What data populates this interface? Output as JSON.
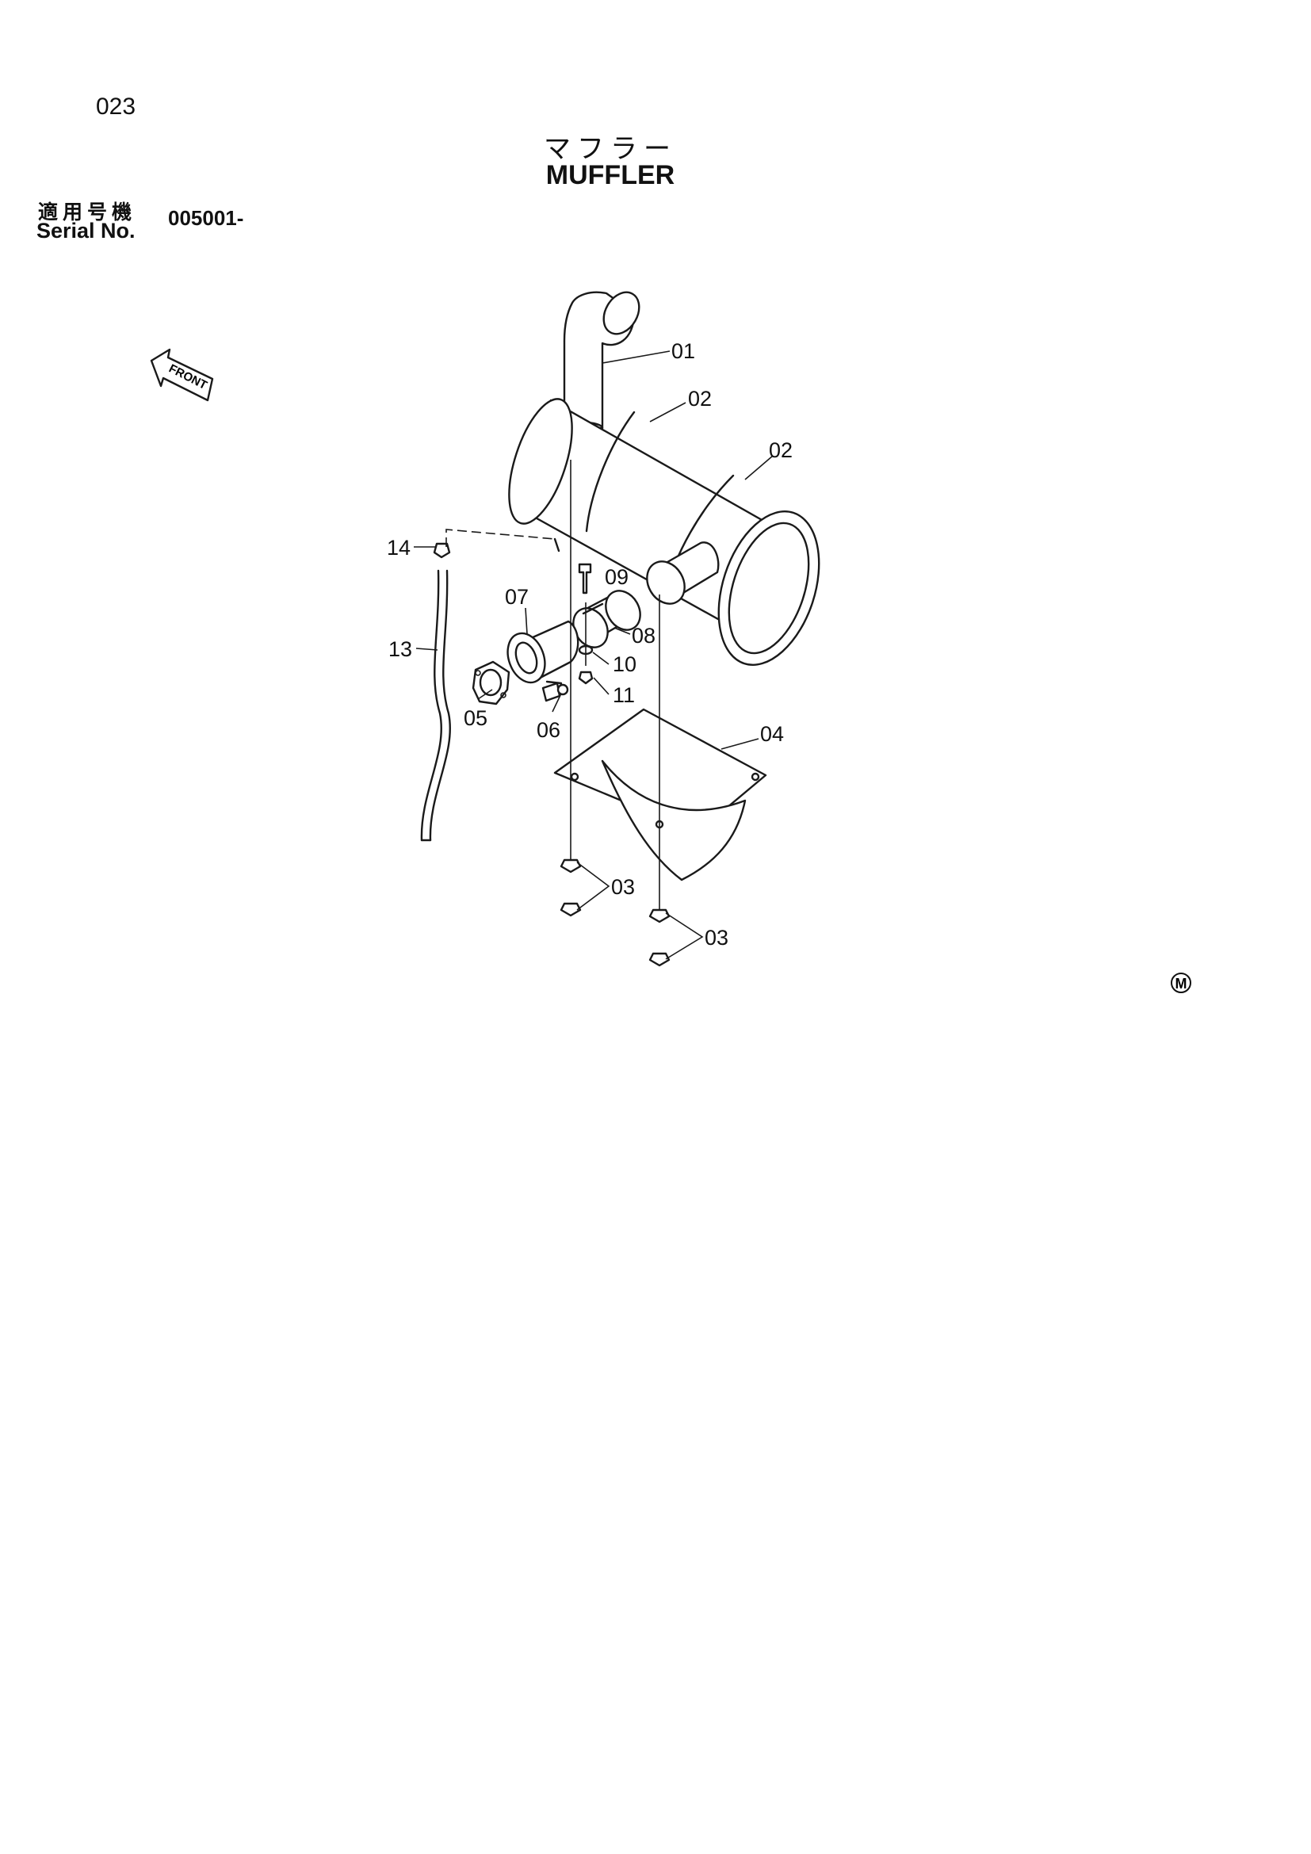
{
  "page": {
    "number": "023"
  },
  "title": {
    "ja": "マフラー",
    "en": "MUFFLER"
  },
  "serial": {
    "label_ja": "適用号機",
    "label_en": "Serial No.",
    "value": "005001-"
  },
  "front_arrow": {
    "label": "FRONT"
  },
  "callouts": [
    {
      "id": "01"
    },
    {
      "id": "02"
    },
    {
      "id": "02"
    },
    {
      "id": "14"
    },
    {
      "id": "09"
    },
    {
      "id": "07"
    },
    {
      "id": "08"
    },
    {
      "id": "10"
    },
    {
      "id": "13"
    },
    {
      "id": "11"
    },
    {
      "id": "05"
    },
    {
      "id": "06"
    },
    {
      "id": "04"
    },
    {
      "id": "03"
    },
    {
      "id": "03"
    }
  ],
  "mark": {
    "letter": "M"
  }
}
